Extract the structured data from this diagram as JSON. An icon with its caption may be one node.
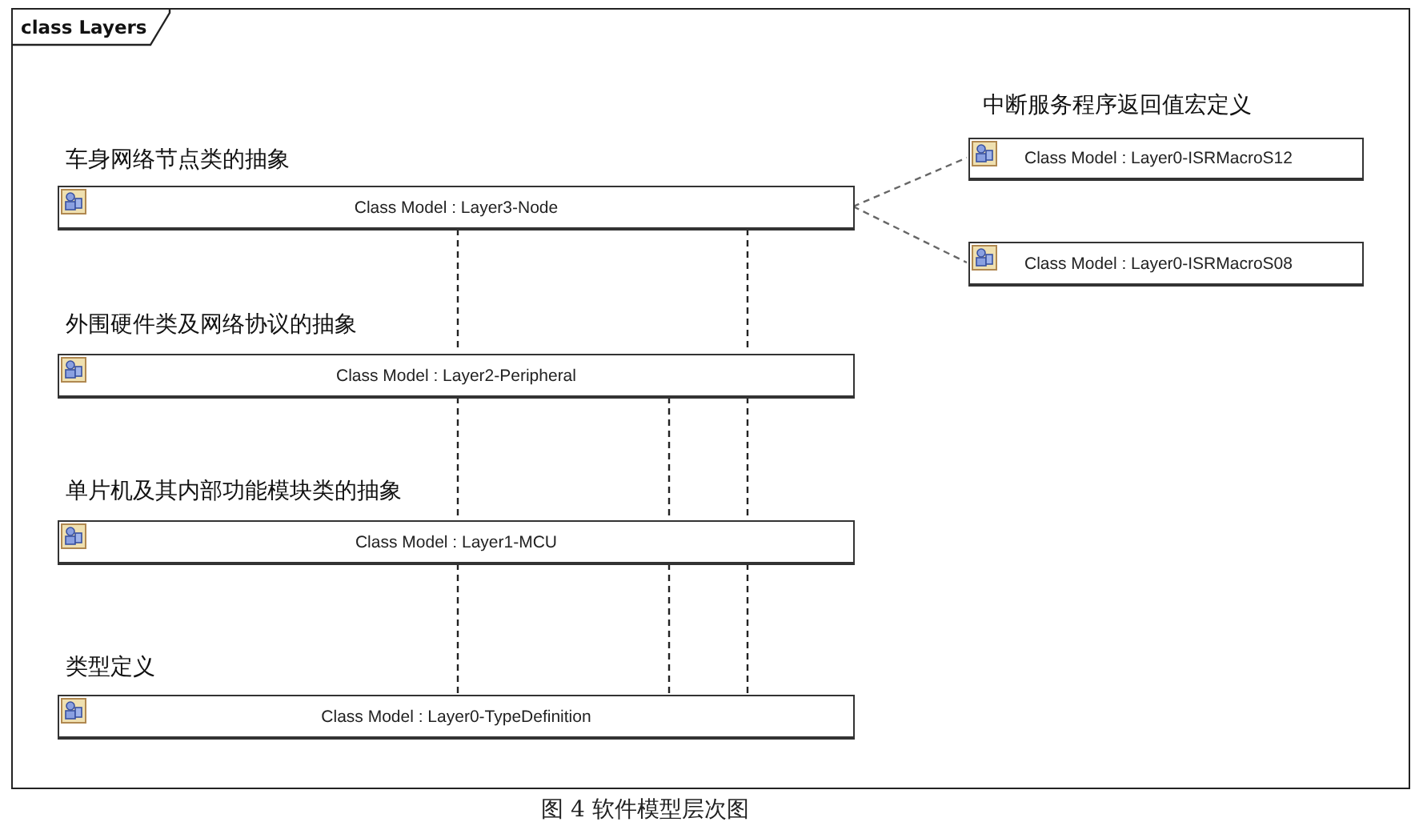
{
  "diagram": {
    "caption": "图 4 软件模型层次图",
    "nodes": [
      {
        "text": [
          "class Layers"
        ]
      },
      {
        "text": [
          "车身网络节点类的抽象",
          "Class Model : Layer3-Node"
        ],
        "in": 0
      },
      {
        "text": [
          "外围硬件类及网络协议的抽象",
          "Class Model : Layer2-Peripheral"
        ],
        "in": 0
      },
      {
        "text": [
          "单片机及其内部功能模块类的抽象",
          "Class Model : Layer1-MCU"
        ],
        "in": 0
      },
      {
        "text": [
          "类型定义",
          "Class Model : Layer0-TypeDefinition"
        ],
        "in": 0
      },
      {
        "text": [
          "中断服务程序返回值宏定义",
          "Class Model : Layer0-ISRMacroS12"
        ],
        "in": 0
      },
      {
        "text": [
          "Class Model : Layer0-ISRMacroS08"
        ],
        "in": 0
      }
    ],
    "edges": [
      {
        "from": 1,
        "to": 2,
        "arrow": "none"
      },
      {
        "from": 2,
        "to": 3,
        "arrow": "none"
      },
      {
        "from": 3,
        "to": 4,
        "arrow": "none"
      },
      {
        "from": 2,
        "to": 3,
        "arrow": "none"
      },
      {
        "from": 3,
        "to": 4,
        "arrow": "none"
      },
      {
        "from": 1,
        "to": 2,
        "arrow": "none"
      },
      {
        "from": 2,
        "to": 3,
        "arrow": "none"
      },
      {
        "from": 3,
        "to": 4,
        "arrow": "none"
      },
      {
        "from": 1,
        "to": 5,
        "arrow": "none"
      },
      {
        "from": 1,
        "to": 6,
        "arrow": "none"
      }
    ]
  }
}
